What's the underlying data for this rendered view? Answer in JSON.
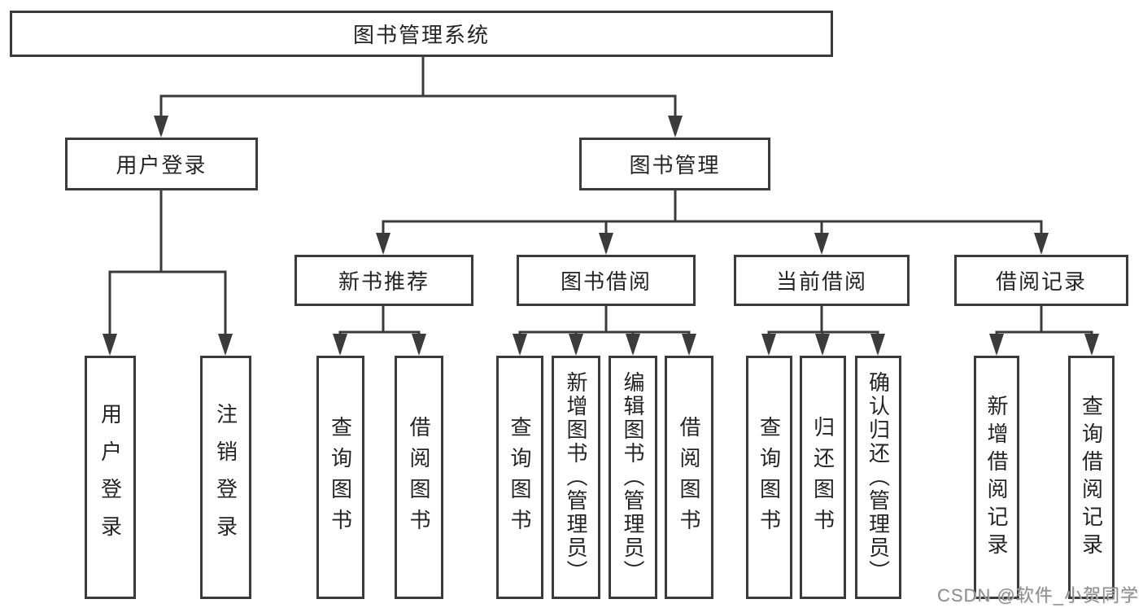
{
  "colors": {
    "line": "#3b3b3b",
    "text": "#242424",
    "background": "#ffffff",
    "watermark": "#8e8e8e"
  },
  "watermark": {
    "text": "CSDN @软件_小贺同学"
  },
  "tree": {
    "label": "图书管理系统",
    "children": [
      {
        "label": "用户登录",
        "children": [
          {
            "label": "用户登录"
          },
          {
            "label": "注销登录"
          }
        ]
      },
      {
        "label": "图书管理",
        "children": [
          {
            "label": "新书推荐",
            "children": [
              {
                "label": "查询图书"
              },
              {
                "label": "借阅图书"
              }
            ]
          },
          {
            "label": "图书借阅",
            "children": [
              {
                "label": "查询图书"
              },
              {
                "label": "新增图书（管理员）"
              },
              {
                "label": "编辑图书（管理员）"
              },
              {
                "label": "借阅图书"
              }
            ]
          },
          {
            "label": "当前借阅",
            "children": [
              {
                "label": "查询图书"
              },
              {
                "label": "归还图书"
              },
              {
                "label": "确认归还（管理员）"
              }
            ]
          },
          {
            "label": "借阅记录",
            "children": [
              {
                "label": "新增借阅记录"
              },
              {
                "label": "查询借阅记录"
              }
            ]
          }
        ]
      }
    ]
  }
}
